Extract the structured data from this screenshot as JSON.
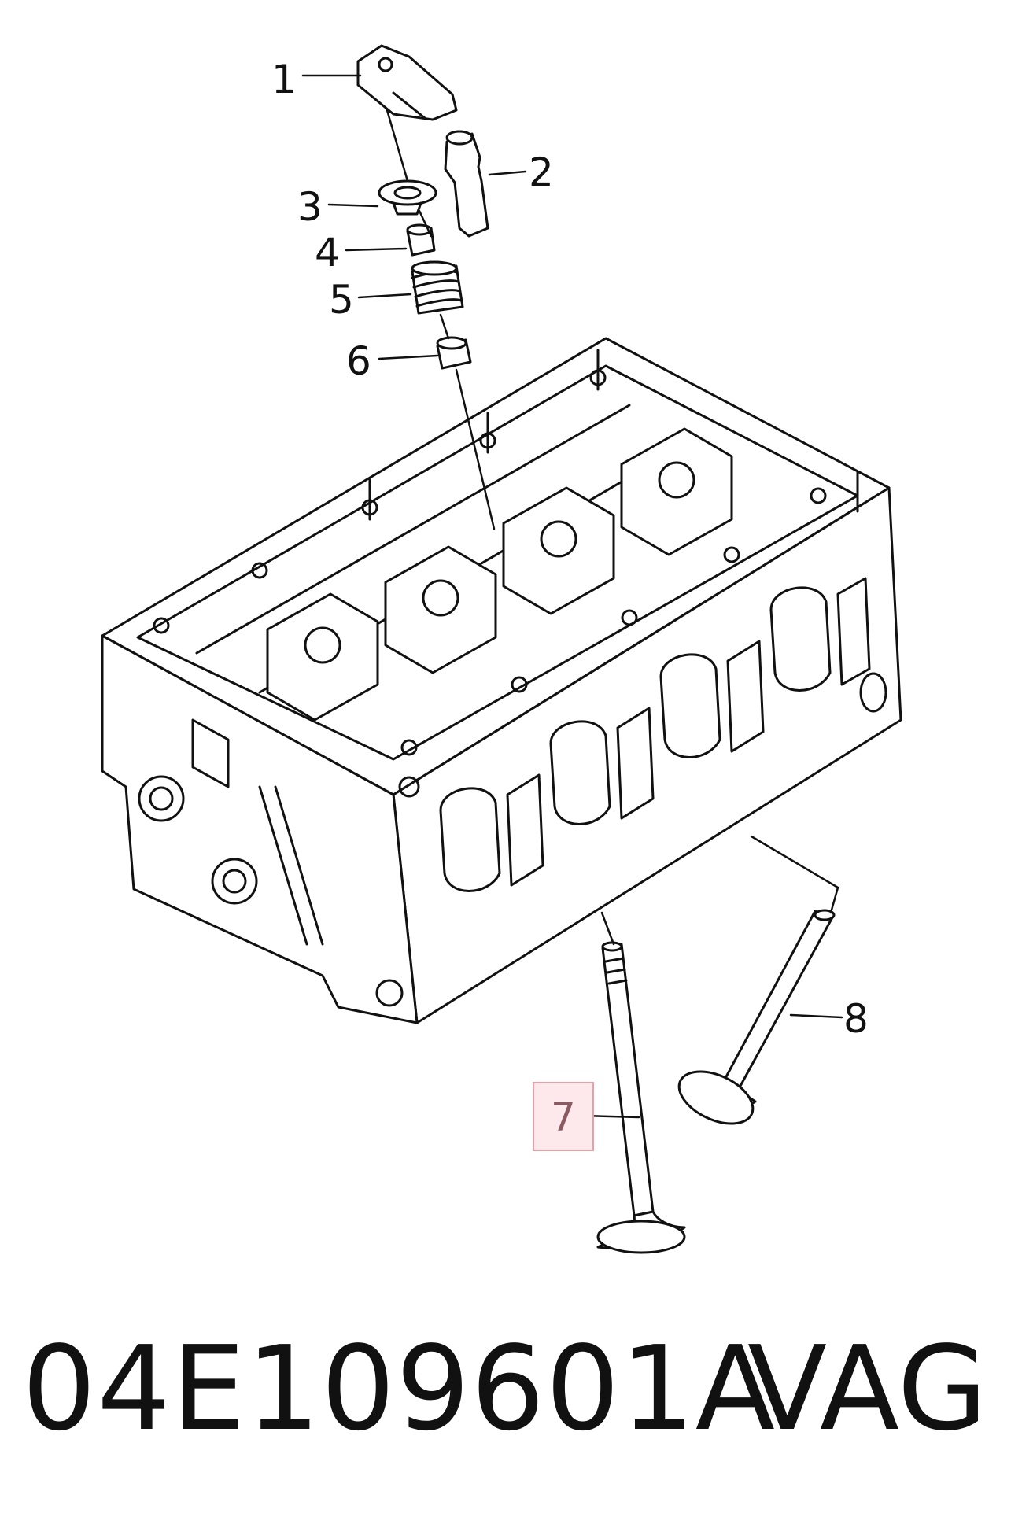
{
  "callouts": [
    {
      "label": "1"
    },
    {
      "label": "2"
    },
    {
      "label": "3"
    },
    {
      "label": "4"
    },
    {
      "label": "5"
    },
    {
      "label": "6"
    },
    {
      "label": "7"
    },
    {
      "label": "8"
    }
  ],
  "highlighted_callout": "7",
  "highlight_color": "#e8a0a8",
  "caption": {
    "part_number": "04E109601A",
    "brand": "VAG"
  }
}
